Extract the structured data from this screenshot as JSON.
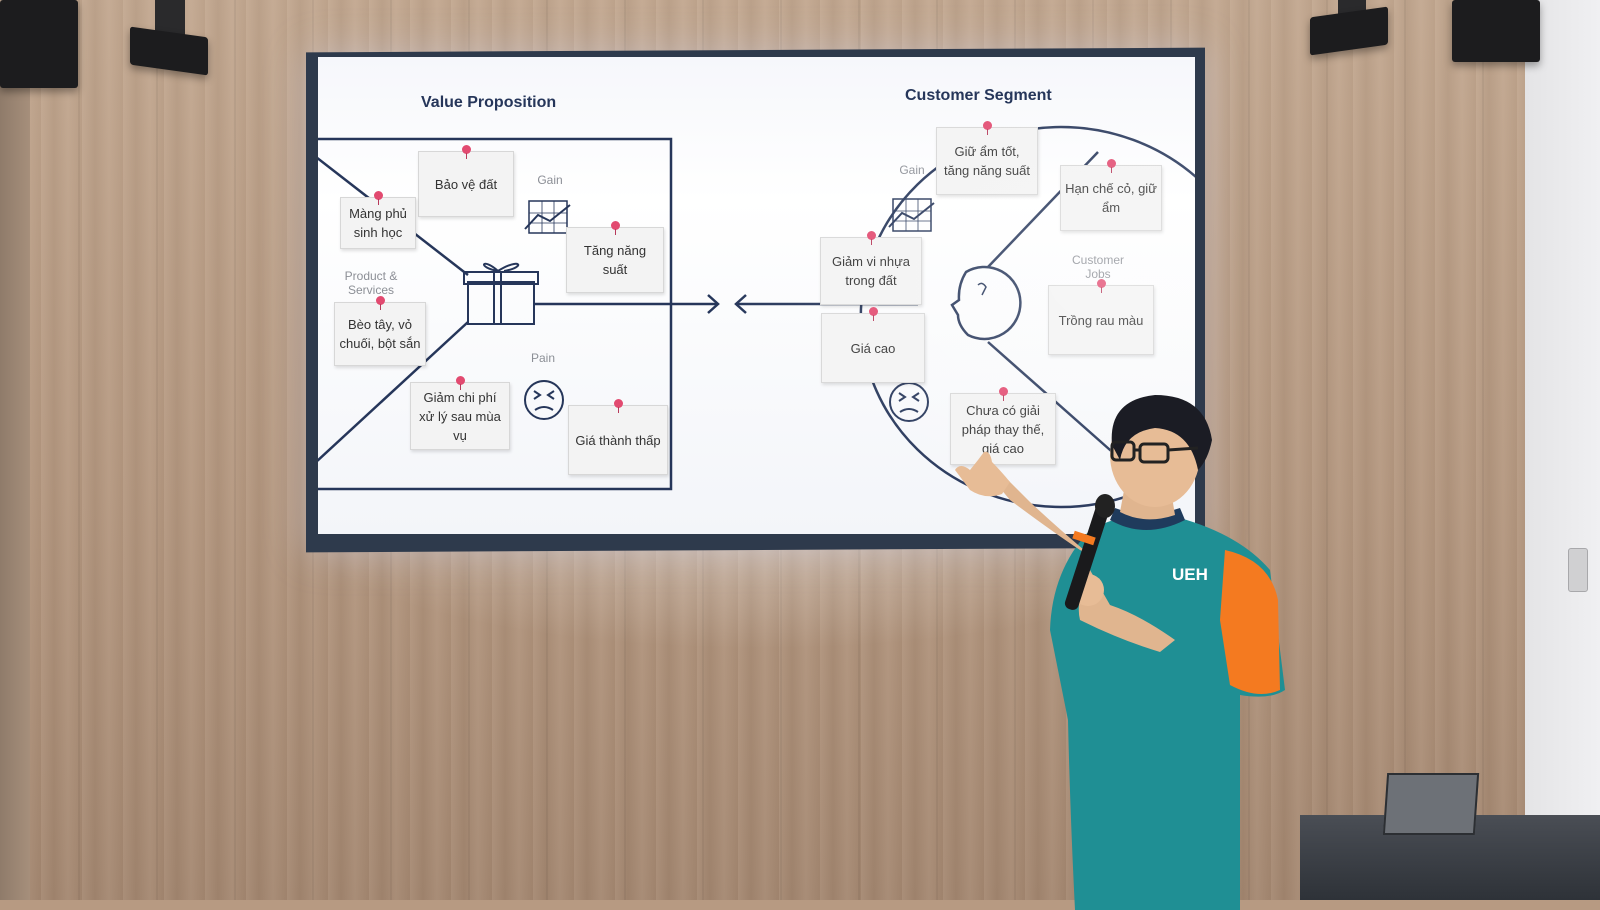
{
  "slide": {
    "value_proposition_title": "Value Proposition",
    "customer_segment_title": "Customer Segment",
    "vp_labels": {
      "gain": "Gain",
      "products": "Product & Services",
      "pain": "Pain"
    },
    "cs_labels": {
      "gain": "Gain",
      "jobs": "Customer Jobs"
    },
    "vp_notes": [
      "Bảo vệ đất",
      "Màng phủ sinh học",
      "Tăng năng suất",
      "Bèo tây, vỏ chuối, bột sắn",
      "Giảm chi phí xử lý sau mùa vụ",
      "Giá thành thấp"
    ],
    "cs_notes": [
      "Giữ ẩm tốt, tăng năng suất",
      "Hạn chế cỏ, giữ ẩm",
      "Giảm vi nhựa trong đất",
      "Trồng rau màu",
      "Giá cao",
      "Chưa có giải pháp thay thế, giá cao"
    ]
  },
  "presenter": {
    "shirt_logo": "UEH"
  },
  "colors": {
    "line": "#26365a",
    "pin": "#e24a70",
    "shirt_teal": "#1f8f94",
    "shirt_orange": "#f47a20"
  }
}
